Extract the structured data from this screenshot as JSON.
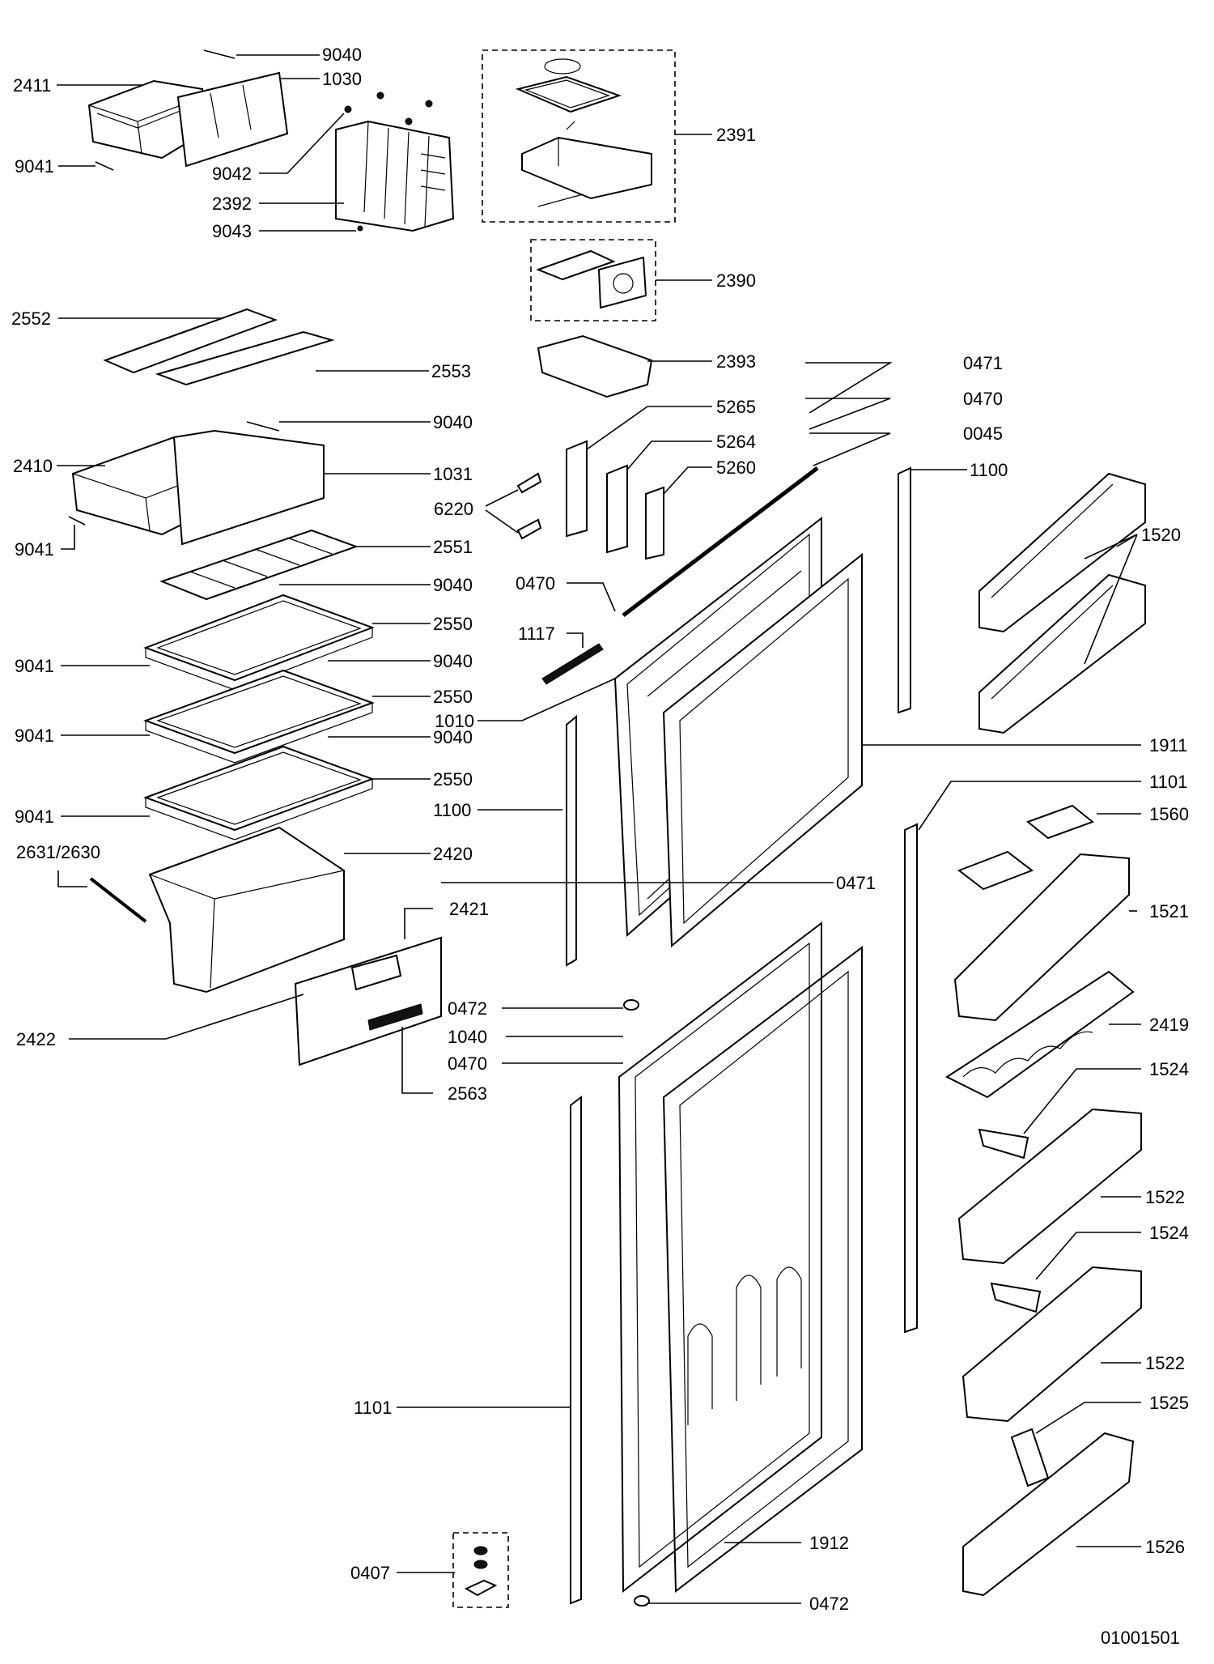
{
  "diagram_code": "01001501",
  "labels": [
    {
      "id": "l9040a",
      "text": "9040"
    },
    {
      "id": "l2411",
      "text": "2411"
    },
    {
      "id": "l1030",
      "text": "1030"
    },
    {
      "id": "l9041a",
      "text": "9041"
    },
    {
      "id": "l9042",
      "text": "9042"
    },
    {
      "id": "l2392",
      "text": "2392"
    },
    {
      "id": "l9043",
      "text": "9043"
    },
    {
      "id": "l2391",
      "text": "2391"
    },
    {
      "id": "l2390",
      "text": "2390"
    },
    {
      "id": "l2552",
      "text": "2552"
    },
    {
      "id": "l2553",
      "text": "2553"
    },
    {
      "id": "l2393",
      "text": "2393"
    },
    {
      "id": "l0471a",
      "text": "0471"
    },
    {
      "id": "l0470a",
      "text": "0470"
    },
    {
      "id": "l5265",
      "text": "5265"
    },
    {
      "id": "l9040b",
      "text": "9040"
    },
    {
      "id": "l0045",
      "text": "0045"
    },
    {
      "id": "l5264",
      "text": "5264"
    },
    {
      "id": "l2410",
      "text": "2410"
    },
    {
      "id": "l1031",
      "text": "1031"
    },
    {
      "id": "l5260",
      "text": "5260"
    },
    {
      "id": "l1100a",
      "text": "1100"
    },
    {
      "id": "l6220",
      "text": "6220"
    },
    {
      "id": "l9041b",
      "text": "9041"
    },
    {
      "id": "l1520",
      "text": "1520"
    },
    {
      "id": "l2551",
      "text": "2551"
    },
    {
      "id": "l0470b",
      "text": "0470"
    },
    {
      "id": "l9040c",
      "text": "9040"
    },
    {
      "id": "l2550a",
      "text": "2550"
    },
    {
      "id": "l1117",
      "text": "1117"
    },
    {
      "id": "l9041c",
      "text": "9041"
    },
    {
      "id": "l9040d",
      "text": "9040"
    },
    {
      "id": "l2550b",
      "text": "2550"
    },
    {
      "id": "l1010",
      "text": "1010"
    },
    {
      "id": "l9041d",
      "text": "9041"
    },
    {
      "id": "l9040e",
      "text": "9040"
    },
    {
      "id": "l1911",
      "text": "1911"
    },
    {
      "id": "l2550c",
      "text": "2550"
    },
    {
      "id": "l1101a",
      "text": "1101"
    },
    {
      "id": "l1100b",
      "text": "1100"
    },
    {
      "id": "l1560",
      "text": "1560"
    },
    {
      "id": "l9041e",
      "text": "9041"
    },
    {
      "id": "l2631",
      "text": "2631/2630"
    },
    {
      "id": "l2420",
      "text": "2420"
    },
    {
      "id": "l0471b",
      "text": "0471"
    },
    {
      "id": "l2421",
      "text": "2421"
    },
    {
      "id": "l1521",
      "text": "1521"
    },
    {
      "id": "l0472a",
      "text": "0472"
    },
    {
      "id": "l2419",
      "text": "2419"
    },
    {
      "id": "l2422",
      "text": "2422"
    },
    {
      "id": "l1040",
      "text": "1040"
    },
    {
      "id": "l0470c",
      "text": "0470"
    },
    {
      "id": "l1524a",
      "text": "1524"
    },
    {
      "id": "l2563",
      "text": "2563"
    },
    {
      "id": "l1522a",
      "text": "1522"
    },
    {
      "id": "l1524b",
      "text": "1524"
    },
    {
      "id": "l1522b",
      "text": "1522"
    },
    {
      "id": "l1101b",
      "text": "1101"
    },
    {
      "id": "l1525",
      "text": "1525"
    },
    {
      "id": "l1912",
      "text": "1912"
    },
    {
      "id": "l1526",
      "text": "1526"
    },
    {
      "id": "l0407",
      "text": "0407"
    },
    {
      "id": "l0472b",
      "text": "0472"
    }
  ]
}
